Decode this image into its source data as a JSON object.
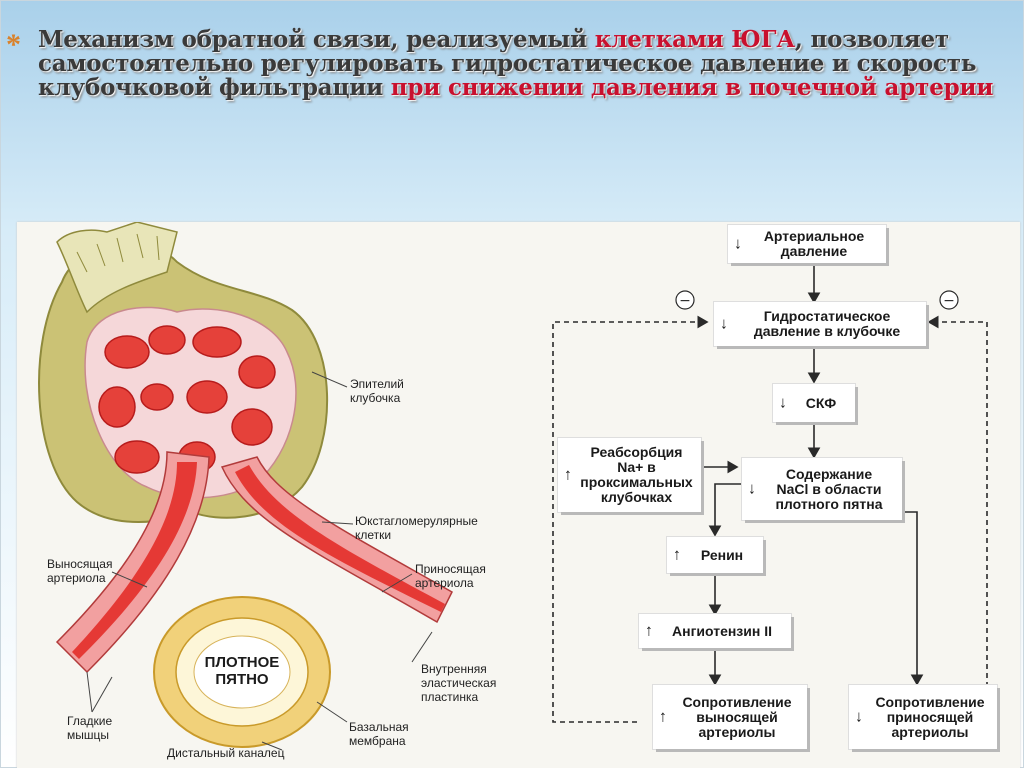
{
  "title": {
    "bullet": "*",
    "part1": "Механизм обратной связи, реализуемый ",
    "part2": "клетками ЮГА",
    "part3": ", позволяет самостоятельно регулировать гидростатическое давление и скорость клубочковой фильтрации ",
    "part4": "при снижении давления в почечной артерии"
  },
  "anatomy": {
    "labels": {
      "epithelium": [
        "Эпителий",
        "клубочка"
      ],
      "jg_cells": [
        "Юкстагломерулярные",
        "клетки"
      ],
      "efferent": [
        "Выносящая",
        "артериола"
      ],
      "afferent": [
        "Приносящая",
        "артериола"
      ],
      "dense_spot": [
        "ПЛОТНОЕ",
        "ПЯТНО"
      ],
      "elastic": [
        "Внутренняя",
        "эластическая",
        "пластинка"
      ],
      "smooth": [
        "Гладкие",
        "мышцы"
      ],
      "basal": [
        "Базальная",
        "мембрана"
      ],
      "distal": "Дистальный каналец"
    }
  },
  "flow": {
    "arterial_pressure": {
      "dir": "↓",
      "text": [
        "Артериальное",
        "давление"
      ]
    },
    "hydrostatic": {
      "dir": "↓",
      "text": [
        "Гидростатическое",
        "давление в клубочке"
      ]
    },
    "gfr": {
      "dir": "↓",
      "text": [
        "СКФ"
      ]
    },
    "reabsorption": {
      "dir": "↑",
      "text": [
        "Реабсорбция",
        "Na+ в",
        "проксимальных",
        "клубочках"
      ]
    },
    "nacl": {
      "dir": "↓",
      "text": [
        "Содержание",
        "NaCl в области",
        "плотного пятна"
      ]
    },
    "renin": {
      "dir": "↑",
      "text": [
        "Ренин"
      ]
    },
    "angiotensin": {
      "dir": "↑",
      "text": [
        "Ангиотензин II"
      ]
    },
    "efferent_resistance": {
      "dir": "↑",
      "text": [
        "Сопротивление",
        "выносящей",
        "артериолы"
      ]
    },
    "afferent_resistance": {
      "dir": "↓",
      "text": [
        "Сопротивление",
        "приносящей",
        "артериолы"
      ]
    },
    "feedback_sign_left": "−",
    "feedback_sign_right": "−"
  }
}
